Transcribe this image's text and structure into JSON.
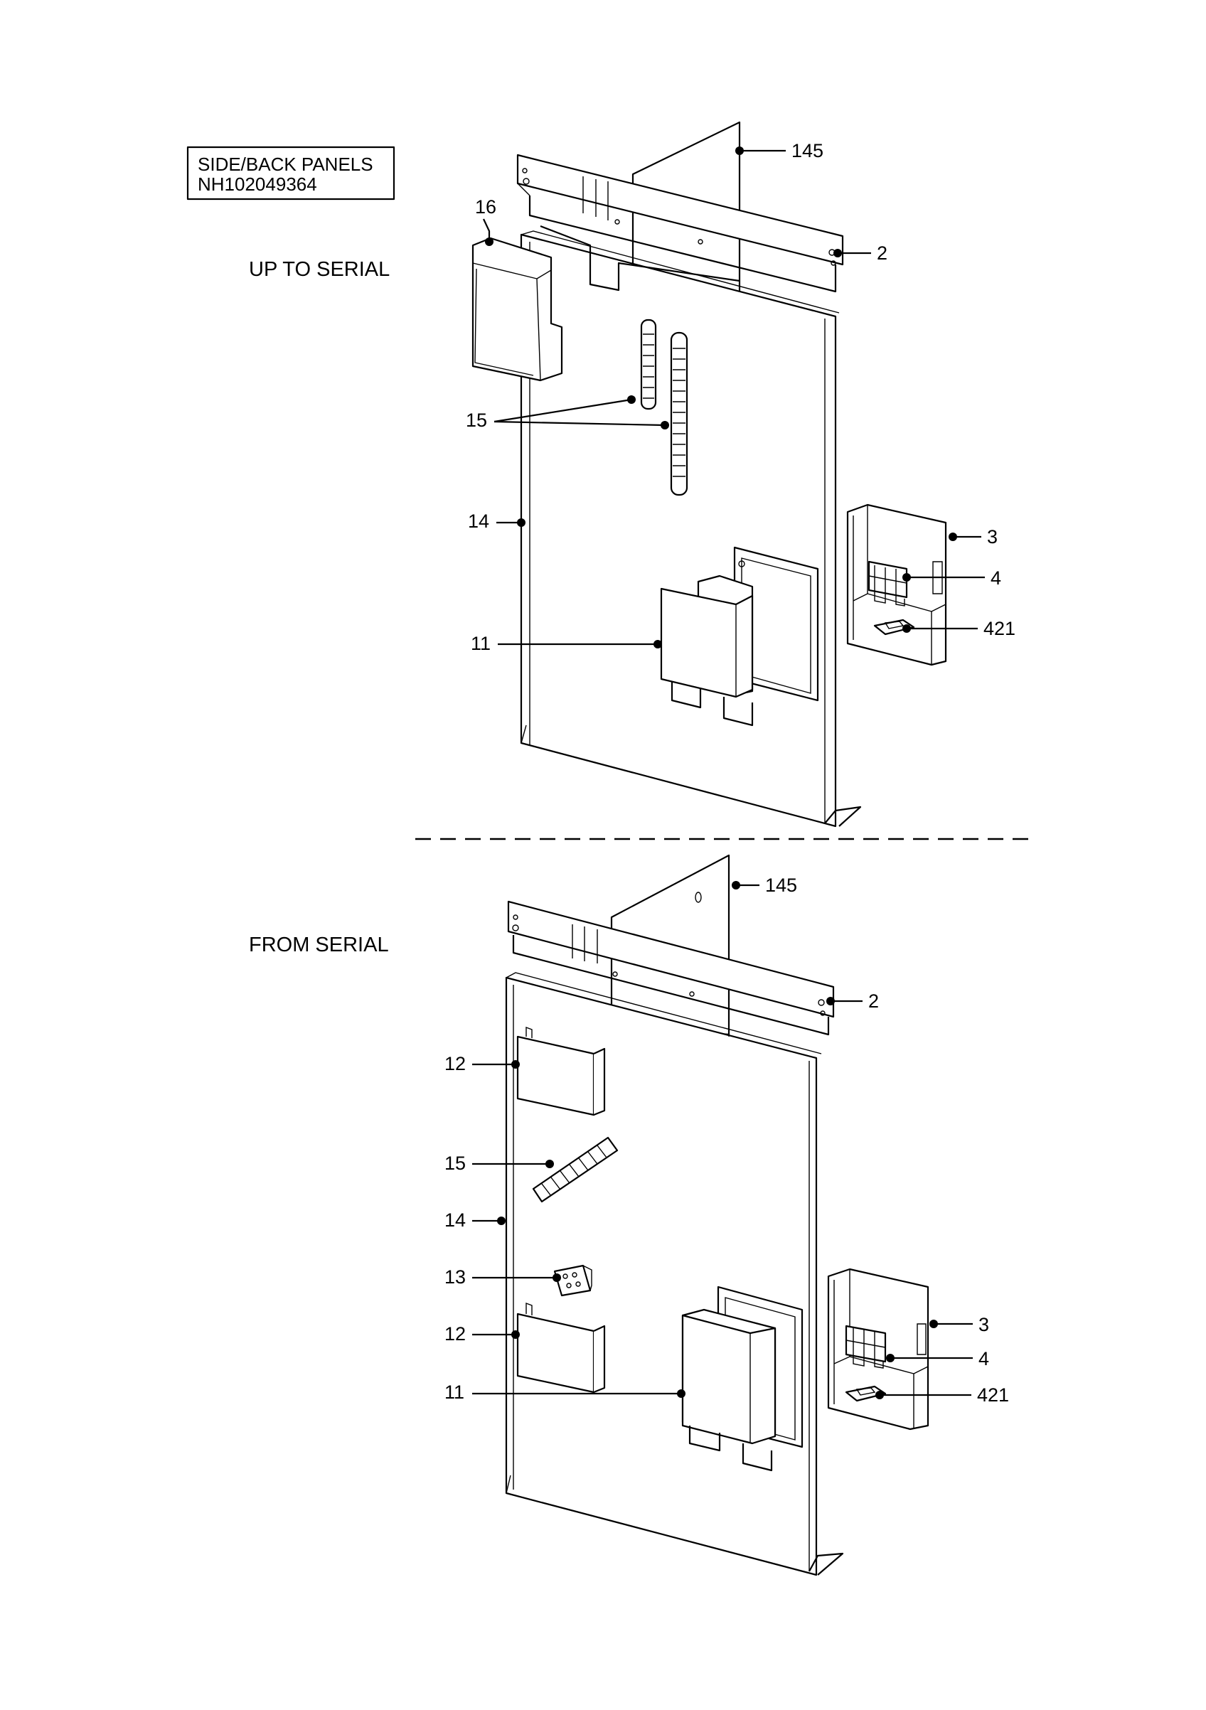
{
  "title_box": {
    "line1": "SIDE/BACK  PANELS",
    "line2": "NH102049364"
  },
  "sections": [
    {
      "label": "UP TO SERIAL",
      "callouts": [
        "145",
        "2",
        "16",
        "15",
        "14",
        "3",
        "4",
        "421",
        "11"
      ]
    },
    {
      "label": "FROM SERIAL",
      "callouts": [
        "145",
        "2",
        "12",
        "15",
        "14",
        "13",
        "12",
        "11",
        "3",
        "4",
        "421"
      ]
    }
  ],
  "colors": {
    "line": "#000000",
    "background": "#ffffff"
  }
}
